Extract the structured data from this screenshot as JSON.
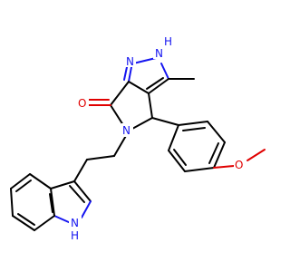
{
  "molecule": {
    "atom_labels": {
      "pyrazole_nh": "N",
      "pyrazole_nh_h": "H",
      "pyrazole_n": "N",
      "lactam_n": "N",
      "carbonyl_o": "O",
      "methoxy_o": "O",
      "indole_n": "N",
      "indole_h": "H"
    }
  },
  "colors": {
    "nitrogen": "#1515f0",
    "oxygen": "#e00000",
    "carbon": "#000000",
    "background": "#ffffff"
  }
}
